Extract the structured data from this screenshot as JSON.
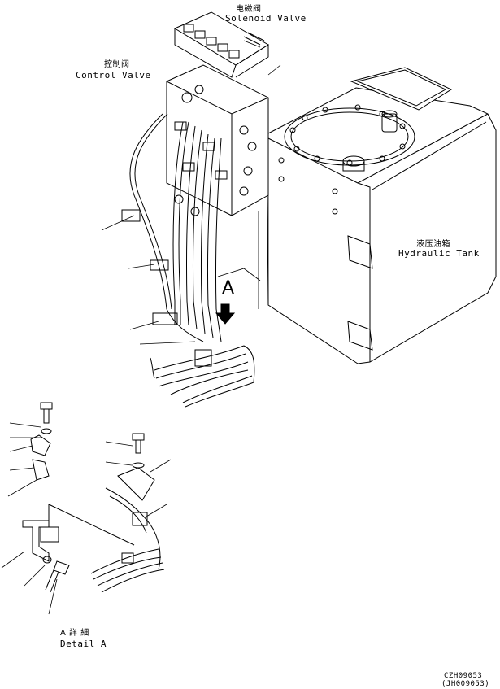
{
  "labels": {
    "solenoid_cn": "电磁阀",
    "solenoid_en": "Solenoid Valve",
    "control_cn": "控制阀",
    "control_en": "Control Valve",
    "tank_cn": "液压油箱",
    "tank_en": "Hydraulic Tank",
    "view_letter": "A",
    "detail_cn": "A 詳 細",
    "detail_en": "Detail A",
    "code1": "CZH09053",
    "code2": "(JH009053)"
  }
}
